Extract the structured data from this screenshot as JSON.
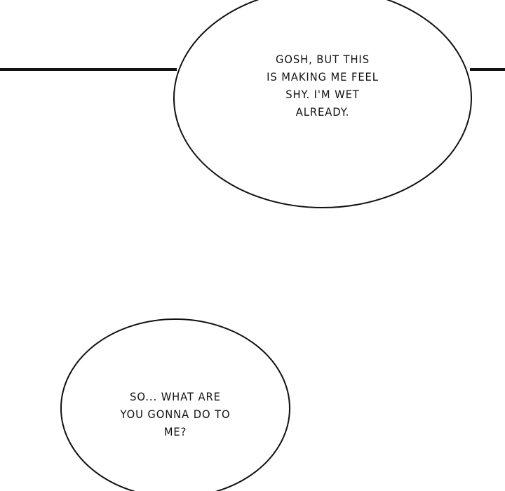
{
  "bubbles": [
    {
      "lines": [
        "GOSH, BUT THIS",
        "IS MAKING ME FEEL",
        "SHY. I'M WET",
        "ALREADY."
      ]
    },
    {
      "lines": [
        "SO... WHAT ARE",
        "YOU GONNA DO TO",
        "ME?"
      ]
    }
  ],
  "colors": {
    "background": "#ffffff",
    "ink": "#111111"
  }
}
